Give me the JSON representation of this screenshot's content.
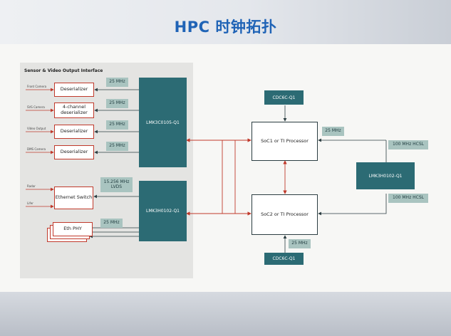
{
  "title": "HPC 时钟拓扑",
  "panel": {
    "title": "Sensor & Video Output Interface"
  },
  "inputs": [
    "Front Camera",
    "SVS Camera",
    "Video Output",
    "DMS Camera",
    "Radar",
    "Lifer"
  ],
  "blocks": {
    "deser1": "Deserializer",
    "deser2": "4-channel deserializer",
    "deser3": "Deserializer",
    "deser4": "Deserializer",
    "eth_switch": "Ethernet Switch",
    "eth_phy": "Eth PHY",
    "soc1": "SoC1 or TI Processor",
    "soc2": "SoC2 or TI Processor"
  },
  "clock_chips": {
    "lmk_top": "LMK3C0105-Q1",
    "lmk_bottom": "LMK3H0102-Q1",
    "lmk_right": "LMK3H0102-Q1",
    "cdc_top": "CDC6C-Q1",
    "cdc_bottom": "CDC6C-Q1"
  },
  "freq_labels": {
    "f1": "25 MHz",
    "f2": "25 MHz",
    "f3": "25 MHz",
    "f4": "25 MHz",
    "f5": "15.256 MHz LVDS",
    "f6": "25 MHz",
    "f_soc1": "25 MHz",
    "f_soc2": "25 MHz",
    "hcsl1": "100 MHz HCSL",
    "hcsl2": "100 MHz HCSL"
  },
  "colors": {
    "title": "#1f63b6",
    "teal": "#2c6b74",
    "green": "#a9c4c0",
    "red": "#c0392b"
  }
}
